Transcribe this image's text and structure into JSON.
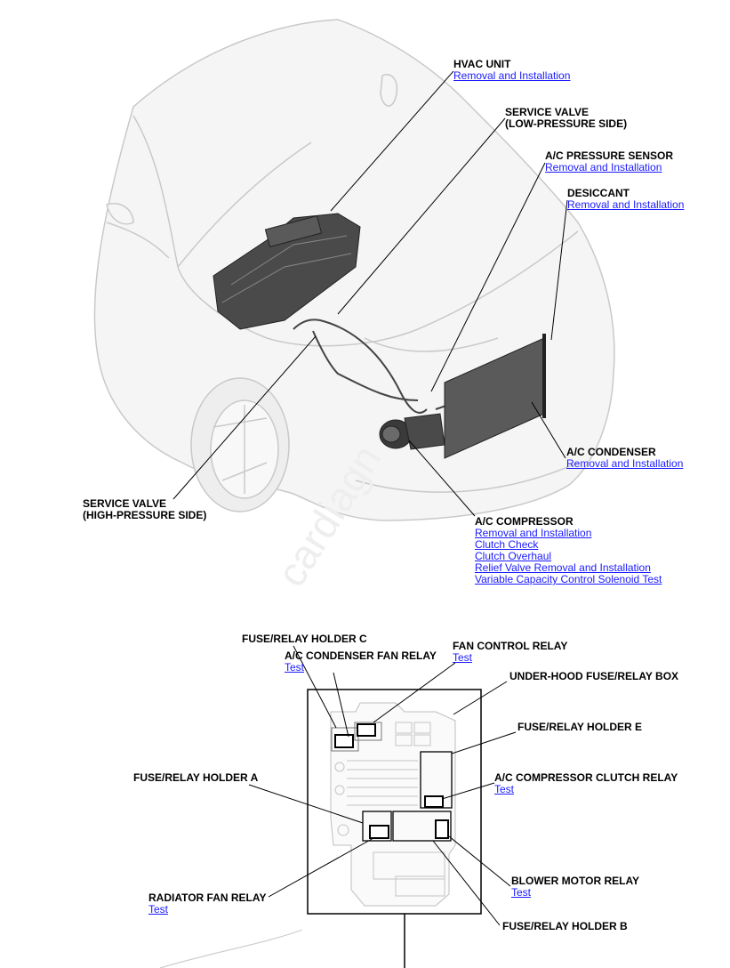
{
  "callouts": {
    "hvac_unit": {
      "title": "HVAC UNIT",
      "links": [
        "Removal and Installation"
      ]
    },
    "service_valve_low": {
      "title_1": "SERVICE VALVE",
      "title_2": "(LOW-PRESSURE SIDE)"
    },
    "ac_pressure_sensor": {
      "title": "A/C PRESSURE SENSOR",
      "links": [
        "Removal and Installation"
      ]
    },
    "desiccant": {
      "title": "DESICCANT",
      "links": [
        "Removal and Installation"
      ]
    },
    "ac_condenser": {
      "title": "A/C CONDENSER",
      "links": [
        "Removal and Installation"
      ]
    },
    "service_valve_high": {
      "title_1": "SERVICE VALVE",
      "title_2": "(HIGH-PRESSURE SIDE)"
    },
    "ac_compressor": {
      "title": "A/C COMPRESSOR",
      "links": [
        "Removal and Installation",
        "Clutch Check",
        "Clutch Overhaul",
        "Relief Valve Removal and Installation",
        "Variable Capacity Control Solenoid Test"
      ]
    },
    "fuse_relay_holder_c": {
      "title": "FUSE/RELAY HOLDER C"
    },
    "ac_condenser_fan_relay": {
      "title": "A/C CONDENSER FAN RELAY",
      "links": [
        "Test"
      ]
    },
    "fan_control_relay": {
      "title": "FAN CONTROL RELAY",
      "links": [
        "Test"
      ]
    },
    "under_hood_box": {
      "title": "UNDER-HOOD FUSE/RELAY BOX"
    },
    "fuse_relay_holder_e": {
      "title": "FUSE/RELAY HOLDER E"
    },
    "fuse_relay_holder_a": {
      "title": "FUSE/RELAY HOLDER A"
    },
    "ac_compressor_clutch_relay": {
      "title": "A/C COMPRESSOR CLUTCH RELAY",
      "links": [
        "Test"
      ]
    },
    "blower_motor_relay": {
      "title": "BLOWER MOTOR RELAY",
      "links": [
        "Test"
      ]
    },
    "radiator_fan_relay": {
      "title": "RADIATOR FAN RELAY",
      "links": [
        "Test"
      ]
    },
    "fuse_relay_holder_b": {
      "title": "FUSE/RELAY HOLDER B"
    }
  },
  "watermark": "cardiagn",
  "colors": {
    "link": "#1a1aff",
    "car_line": "#c8c8c8",
    "component": "#3c3c3c"
  }
}
